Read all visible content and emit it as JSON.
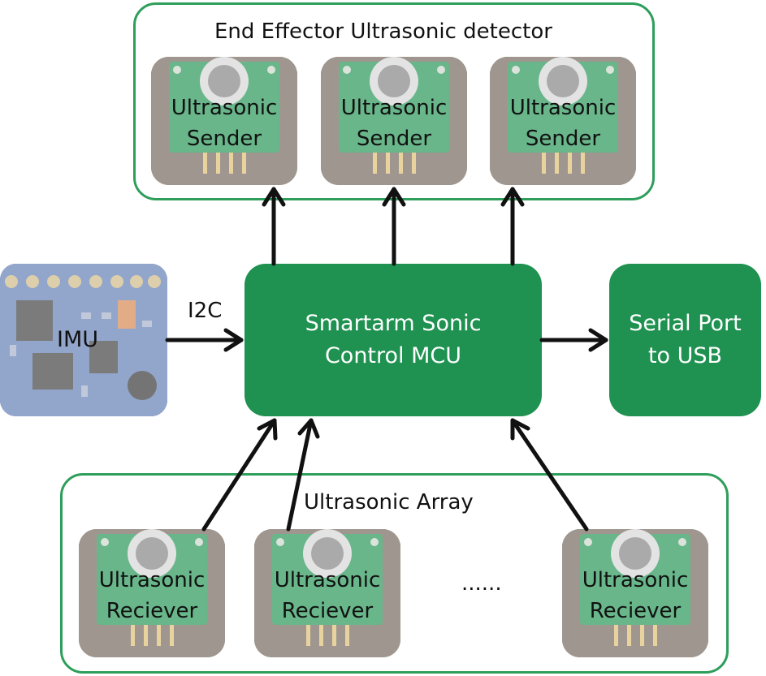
{
  "top_group": {
    "title": "End Effector Ultrasonic detector"
  },
  "senders": [
    {
      "line1": "Ultrasonic",
      "line2": "Sender"
    },
    {
      "line1": "Ultrasonic",
      "line2": "Sender"
    },
    {
      "line1": "Ultrasonic",
      "line2": "Sender"
    }
  ],
  "imu": {
    "label": "IMU"
  },
  "i2c_label": "I2C",
  "mcu": {
    "line1": "Smartarm Sonic",
    "line2": "Control MCU"
  },
  "serial": {
    "line1": "Serial Port",
    "line2": "to USB"
  },
  "bottom_group": {
    "title": "Ultrasonic Array"
  },
  "receivers": [
    {
      "line1": "Ultrasonic",
      "line2": "Reciever"
    },
    {
      "line1": "Ultrasonic",
      "line2": "Reciever"
    },
    {
      "line1": "Ultrasonic",
      "line2": "Reciever"
    }
  ],
  "ellipsis": "......",
  "colors": {
    "group_border": "#2e9e5b",
    "box_fill": "#1f9150",
    "arrow": "#111111"
  }
}
